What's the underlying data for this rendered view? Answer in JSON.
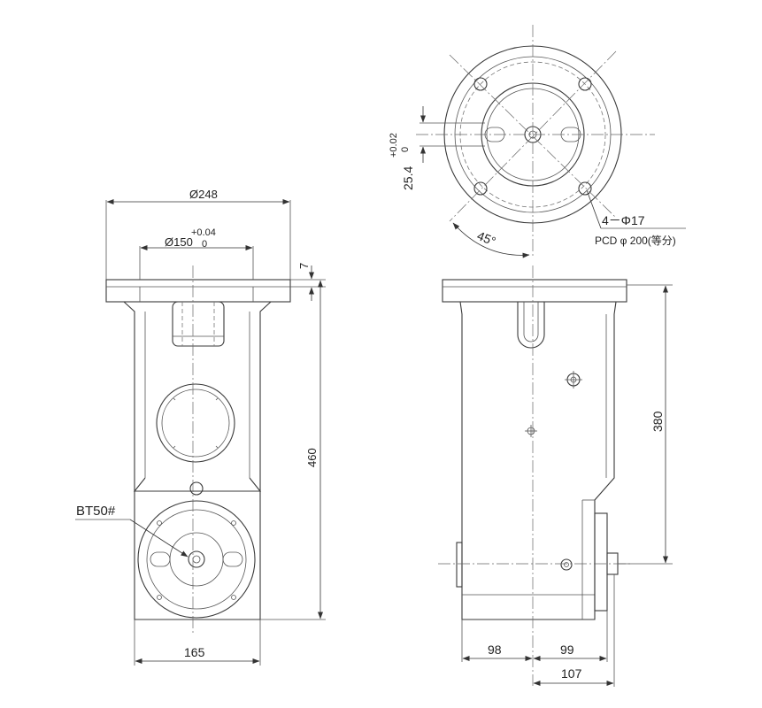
{
  "dimensions": {
    "flange_dia": "Ø248",
    "pilot_dia": "Ø150",
    "pilot_tol_upper": "+0.04",
    "pilot_tol_lower": "0",
    "flange_thickness": "7",
    "overall_height": "460",
    "base_width": "165",
    "side_height": "380",
    "side_offset_left": "98",
    "side_offset_right": "99",
    "side_offset_total": "107",
    "key_width": "25.4",
    "key_tol_upper": "+0.02",
    "key_tol_lower": "0",
    "angle": "45°",
    "holes": "4－Φ17",
    "pcd": "PCD φ 200(等分)"
  },
  "labels": {
    "spindle": "BT50#"
  },
  "colors": {
    "line": "#3a3a3a",
    "text": "#222222"
  }
}
